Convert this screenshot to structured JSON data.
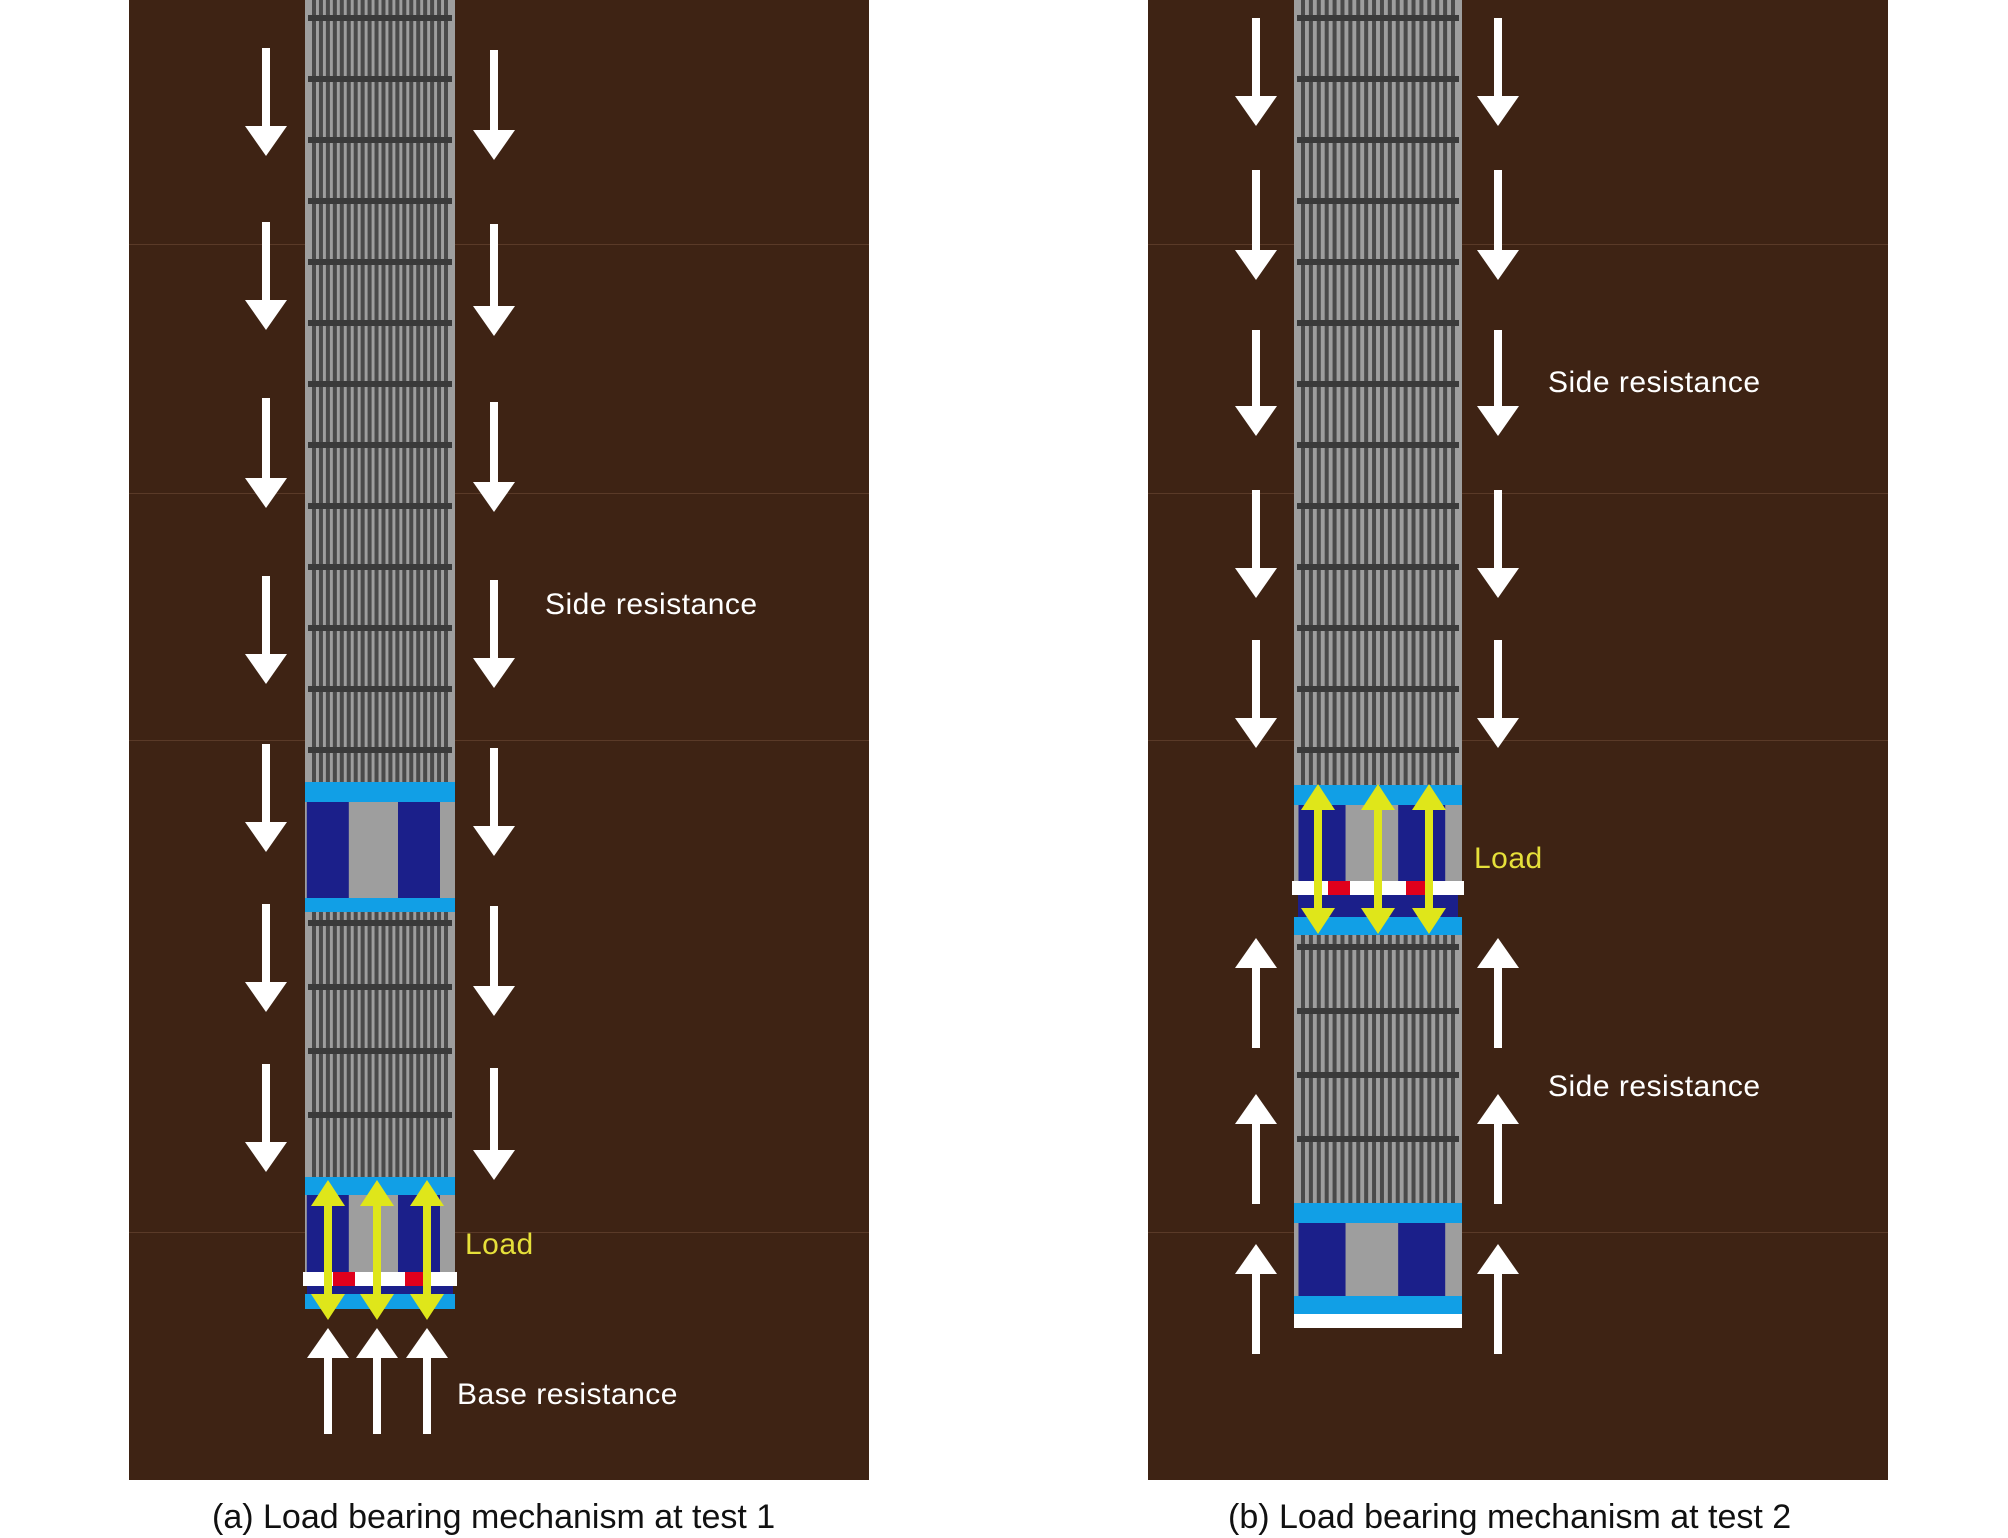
{
  "colors": {
    "soil": "#3e2314",
    "soil_line": "#5a3a28",
    "cage_bg": "#9e9e9e",
    "cage_bar": "#4a4a4a",
    "cage_ring": "#3a3a3a",
    "plate": "#119fe6",
    "cell": "#1b1f8a",
    "load_arrow": "#dfe61a",
    "resistance_arrow": "#ffffff",
    "load_text": "#e6e03a",
    "text": "#ffffff",
    "gap_red": "#e0001c"
  },
  "panels": [
    {
      "id": "test-1",
      "caption": "(a) Load bearing mechanism at test 1",
      "labels": {
        "side_resistance": "Side resistance",
        "load": "Load",
        "base_resistance": "Base resistance"
      }
    },
    {
      "id": "test-2",
      "caption": "(b) Load bearing mechanism at test 2",
      "labels": {
        "side_resistance_upper": "Side resistance",
        "load": "Load",
        "side_resistance_lower": "Side resistance"
      }
    }
  ]
}
